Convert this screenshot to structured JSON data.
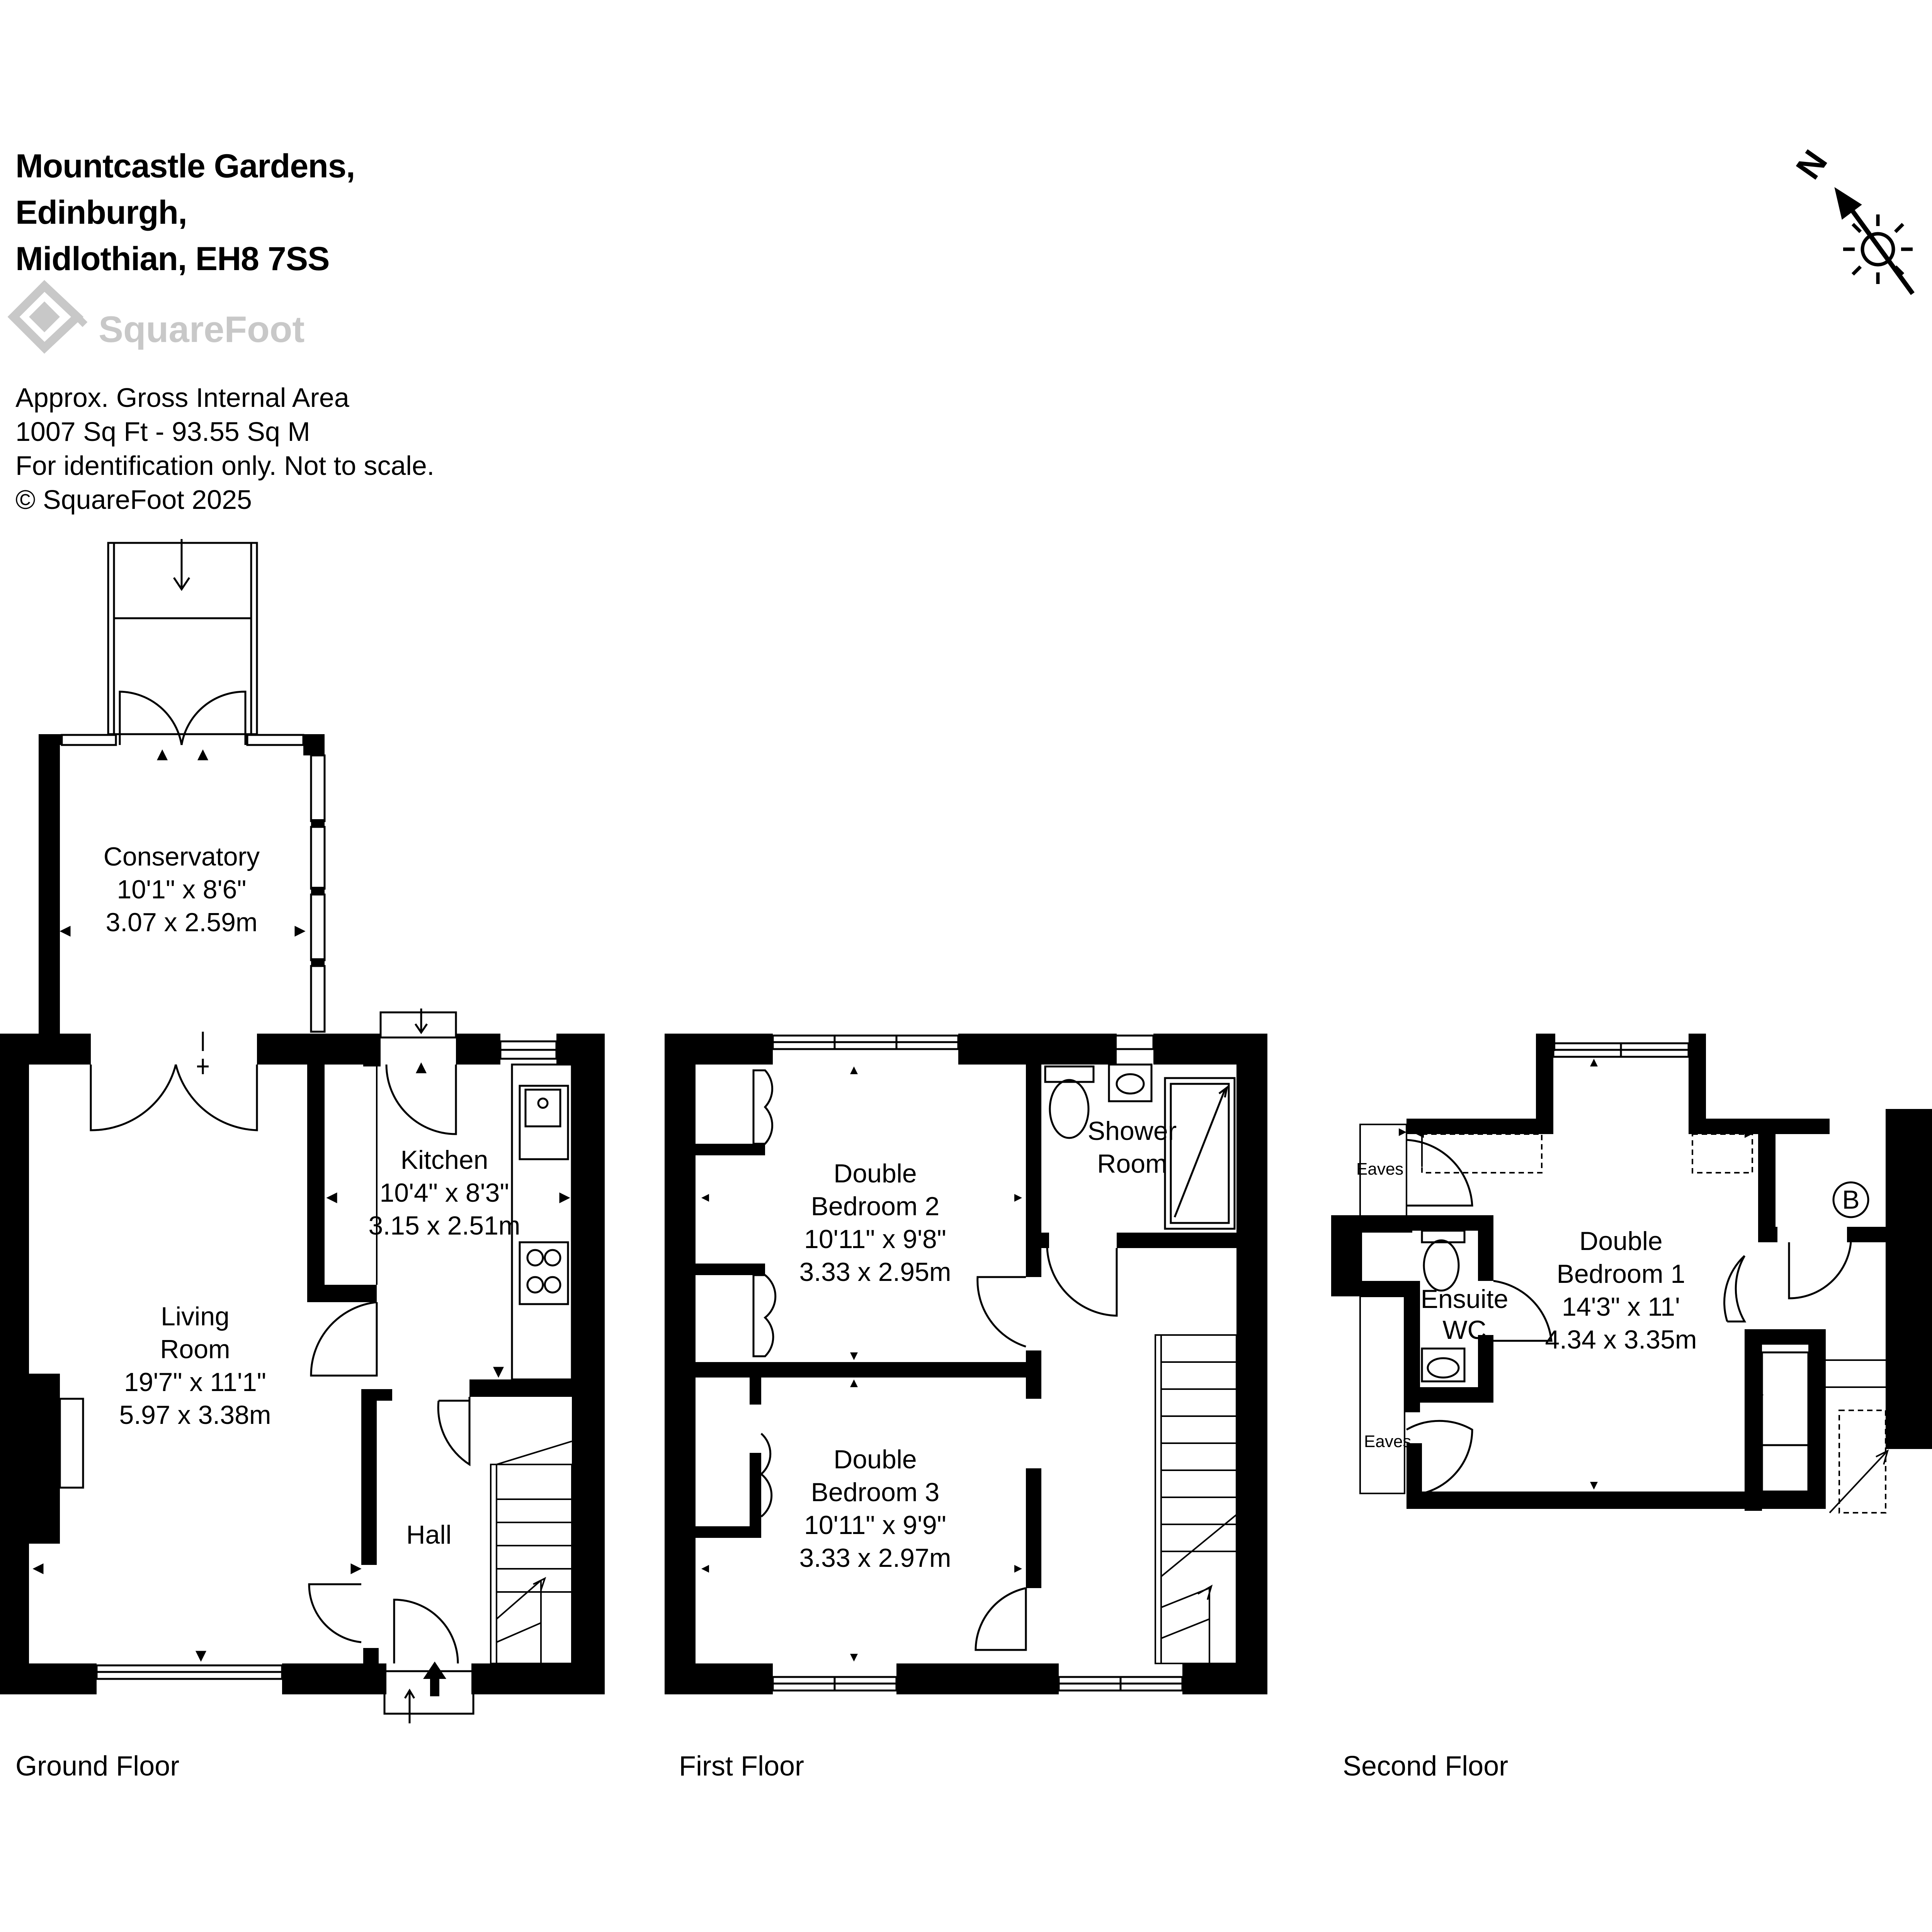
{
  "address": {
    "line1": "Mountcastle Gardens,",
    "line2": "Edinburgh,",
    "line3": "Midlothian, EH8 7SS"
  },
  "logo": {
    "text": "SquareFoot",
    "icon": "squarefoot-logo-icon"
  },
  "notes": {
    "area_title": "Approx. Gross Internal Area",
    "area_value": "1007 Sq Ft  -  93.55 Sq M",
    "disclaimer": "For identification only. Not to scale.",
    "copyright": "© SquareFoot 2025"
  },
  "compass": {
    "letter": "N",
    "icon": "north-arrow-icon",
    "sun_icon": "sun-icon"
  },
  "floors": {
    "ground": "Ground Floor",
    "first": "First Floor",
    "second": "Second Floor"
  },
  "rooms": {
    "conservatory": {
      "name": "Conservatory",
      "imperial": "10'1\" x 8'6\"",
      "metric": "3.07 x 2.59m"
    },
    "kitchen": {
      "name": "Kitchen",
      "imperial": "10'4\" x 8'3\"",
      "metric": "3.15 x 2.51m"
    },
    "living": {
      "name1": "Living",
      "name2": "Room",
      "imperial": "19'7\" x 11'1\"",
      "metric": "5.97 x 3.38m"
    },
    "hall": {
      "name": "Hall"
    },
    "bed2": {
      "name1": "Double",
      "name2": "Bedroom 2",
      "imperial": "10'11\" x 9'8\"",
      "metric": "3.33 x 2.95m"
    },
    "bed3": {
      "name1": "Double",
      "name2": "Bedroom 3",
      "imperial": "10'11\" x 9'9\"",
      "metric": "3.33 x 2.97m"
    },
    "shower": {
      "name1": "Shower",
      "name2": "Room"
    },
    "bed1": {
      "name1": "Double",
      "name2": "Bedroom 1",
      "imperial": "14'3\" x 11'",
      "metric": "4.34 x 3.35m"
    },
    "ensuite": {
      "name1": "Ensuite",
      "name2": "WC"
    },
    "eaves_top": "Eaves",
    "eaves_bottom": "Eaves",
    "boiler": "B"
  }
}
